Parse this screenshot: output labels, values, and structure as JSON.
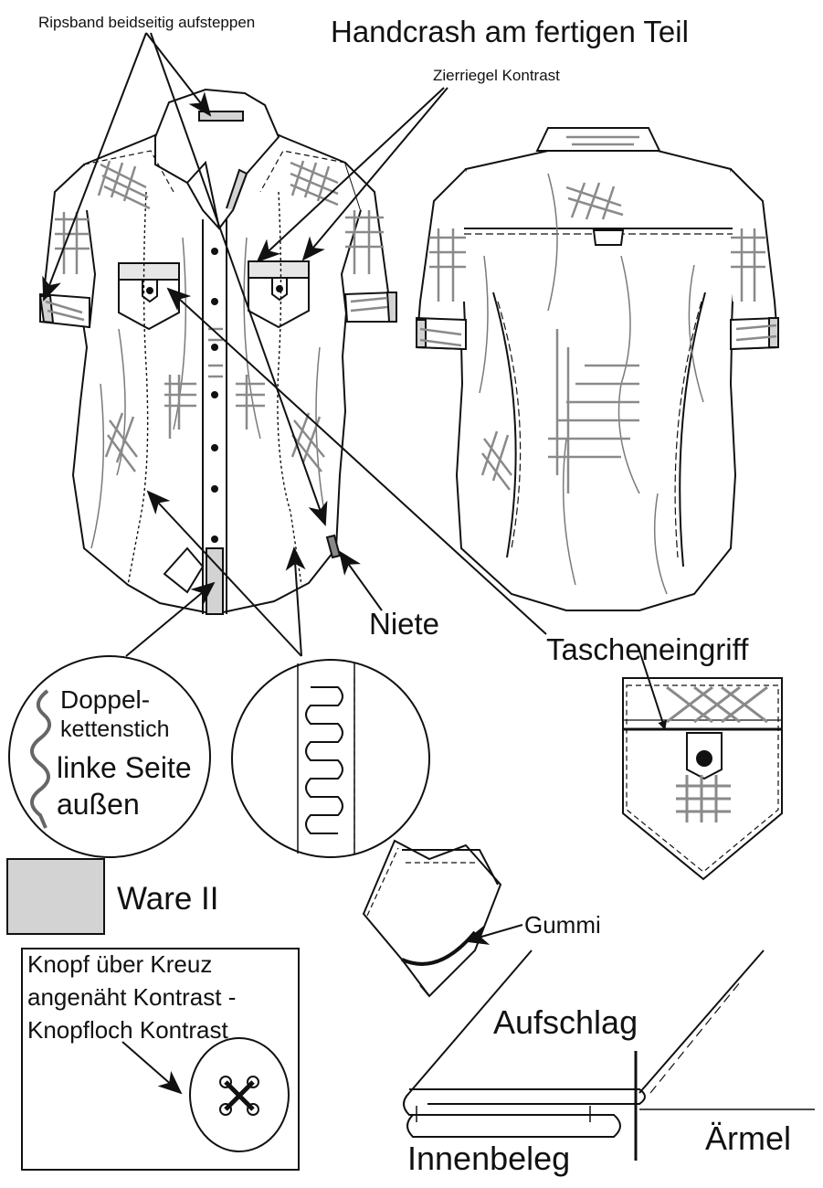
{
  "title": "Handcrash am fertigen Teil",
  "callouts": {
    "ripsband": "Ripsband beidseitig aufsteppen",
    "zierriegel": "Zierriegel Kontrast",
    "niete": "Niete",
    "tascheneingriff": "Tascheneingriff",
    "gummi": "Gummi",
    "aufschlag": "Aufschlag",
    "aermel": "Ärmel",
    "innenbeleg": "Innenbeleg"
  },
  "detail_stitch": {
    "line1": "Doppel-",
    "line2": "kettenstich",
    "line3": "linke Seite",
    "line4": "außen"
  },
  "legend": {
    "swatch_label": "Ware II",
    "swatch_color": "#d3d3d3"
  },
  "button_box": {
    "line1": "Knopf über Kreuz",
    "line2": "angenäht Kontrast -",
    "line3": "Knopfloch Kontrast"
  },
  "colors": {
    "line": "#111111",
    "handcrash": "#8a8a8a",
    "wrinkle": "#7a7a7a",
    "fabric2": "#d3d3d3"
  }
}
